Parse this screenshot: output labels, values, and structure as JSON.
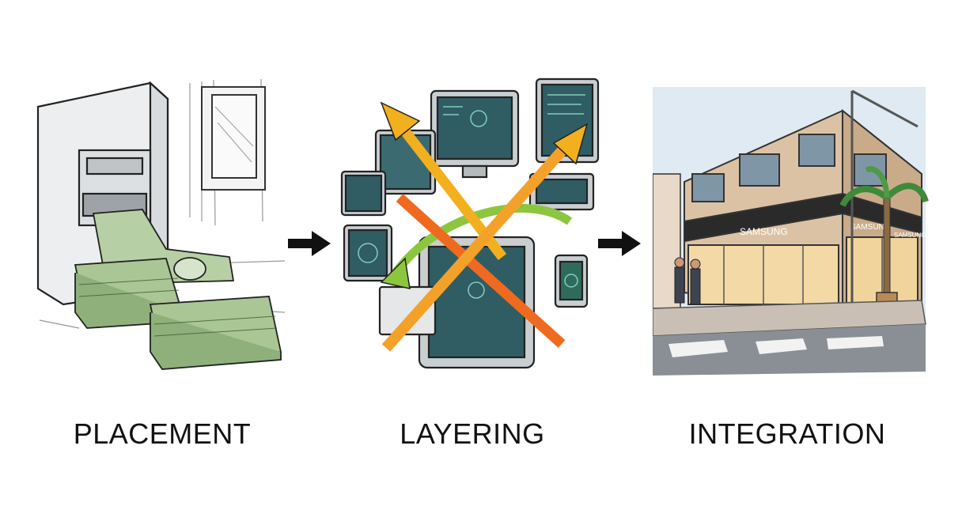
{
  "stages": [
    {
      "label": "PLACEMENT",
      "illustration": "cash-dispensing-machine"
    },
    {
      "label": "LAYERING",
      "illustration": "devices-with-crossing-arrows"
    },
    {
      "label": "INTEGRATION",
      "illustration": "storefront-building"
    }
  ],
  "storefront": {
    "sign_main": "SAMSUNG",
    "sign_side": "SAMSUNG",
    "sign_right": "SAMSUNG"
  },
  "colors": {
    "ink": "#222222",
    "money_green": "#9fbe8e",
    "screen_teal": "#2f5d63",
    "arrow_yellow": "#f2b01e",
    "arrow_orange": "#ef6a1f",
    "arrow_green": "#8cc63f",
    "building_beige": "#dcc2a4",
    "sky": "#dfeaf2"
  },
  "icons": [
    "arrow-right-icon",
    "arrow-right-icon"
  ]
}
